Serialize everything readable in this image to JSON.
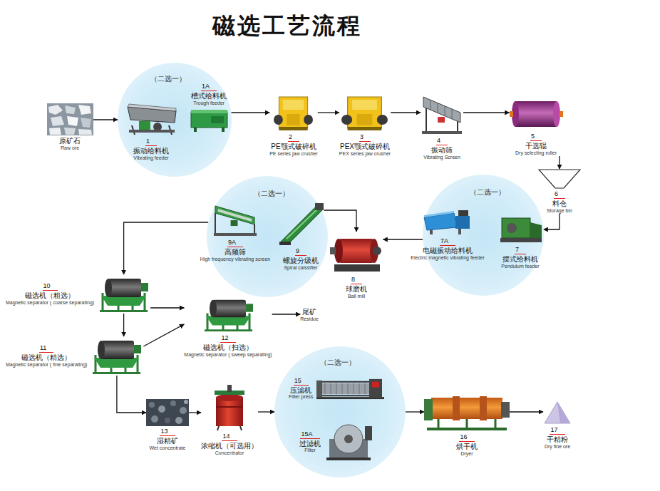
{
  "diagram": {
    "title": "磁选工艺流程",
    "nodes": [
      {
        "text": [
          "原矿石",
          "Raw ore"
        ]
      },
      {
        "text": [
          "（二选一）"
        ]
      },
      {
        "text": [
          "1A",
          "槽式给料机",
          "Trough feeder"
        ],
        "in": 1
      },
      {
        "text": [
          "1",
          "振动给料机",
          "Vibrating feeder"
        ],
        "in": 1
      },
      {
        "text": [
          "2",
          "PE颚式破碎机",
          "PE series jaw crusher"
        ]
      },
      {
        "text": [
          "3",
          "PEX颚式破碎机",
          "PEX series jaw crusher"
        ]
      },
      {
        "text": [
          "4",
          "振动筛",
          "Vibrating Screen"
        ]
      },
      {
        "text": [
          "5",
          "干选辊",
          "Dry selecting roller"
        ]
      },
      {
        "text": [
          "6",
          "料仓",
          "Storage bin"
        ]
      },
      {
        "text": [
          "（二选一）"
        ]
      },
      {
        "text": [
          "9A",
          "高频筛",
          "High frequency vibrating screen"
        ],
        "in": 9
      },
      {
        "text": [
          "9",
          "螺旋分级机",
          "Spiral calssifier"
        ],
        "in": 9
      },
      {
        "text": [
          "8",
          "球磨机",
          "Ball mill"
        ]
      },
      {
        "text": [
          "（二选一）"
        ]
      },
      {
        "text": [
          "7A",
          "电磁振动给料机",
          "Electric magnetic vibrating feeder"
        ],
        "in": 13
      },
      {
        "text": [
          "7",
          "摆式给料机",
          "Pendulum feeder"
        ],
        "in": 13
      },
      {
        "text": [
          "10",
          "磁选机（粗选）",
          "Magnetic separator ( coarse separating)"
        ]
      },
      {
        "text": [
          "12",
          "磁选机（扫选）",
          "Magnetic separator ( sweep separating)"
        ]
      },
      {
        "text": [
          "尾矿",
          "Residue"
        ]
      },
      {
        "text": [
          "11",
          "磁选机（精选）",
          "Magnetic separator ( fine separating)"
        ]
      },
      {
        "text": [
          "13",
          "湿精矿",
          "Wet concentrate"
        ]
      },
      {
        "text": [
          "14",
          "浓缩机（可选用）",
          "Concentrator"
        ]
      },
      {
        "text": [
          "（二选一）"
        ]
      },
      {
        "text": [
          "15",
          "压滤机",
          "Filter press"
        ],
        "in": 22
      },
      {
        "text": [
          "15A",
          "过滤机",
          "Filter"
        ],
        "in": 22
      },
      {
        "text": [
          "16",
          "烘干机",
          "Dryer"
        ]
      },
      {
        "text": [
          "17",
          "干精粉",
          "Dry fine ore"
        ]
      }
    ],
    "edges": [
      {
        "from": 0,
        "to": 1,
        "arrow": "to"
      },
      {
        "from": 1,
        "to": 4,
        "arrow": "to"
      },
      {
        "from": 4,
        "to": 5,
        "arrow": "to"
      },
      {
        "from": 5,
        "to": 6,
        "arrow": "to"
      },
      {
        "from": 6,
        "to": 7,
        "arrow": "to"
      },
      {
        "from": 7,
        "to": 8,
        "arrow": "to"
      },
      {
        "from": 8,
        "to": 13,
        "arrow": "to"
      },
      {
        "from": 13,
        "to": 12,
        "arrow": "to"
      },
      {
        "from": 11,
        "to": 12,
        "arrow": "to"
      },
      {
        "from": 9,
        "to": 16,
        "arrow": "to"
      },
      {
        "from": 16,
        "to": 17,
        "arrow": "to"
      },
      {
        "from": 16,
        "to": 19,
        "arrow": "to"
      },
      {
        "from": 19,
        "to": 17,
        "arrow": "to"
      },
      {
        "from": 17,
        "to": 18,
        "arrow": "to"
      },
      {
        "from": 19,
        "to": 20,
        "arrow": "to"
      },
      {
        "from": 20,
        "to": 21,
        "arrow": "to"
      },
      {
        "from": 21,
        "to": 22,
        "arrow": "to"
      },
      {
        "from": 22,
        "to": 25,
        "arrow": "to"
      },
      {
        "from": 25,
        "to": 26,
        "arrow": "to"
      }
    ]
  }
}
